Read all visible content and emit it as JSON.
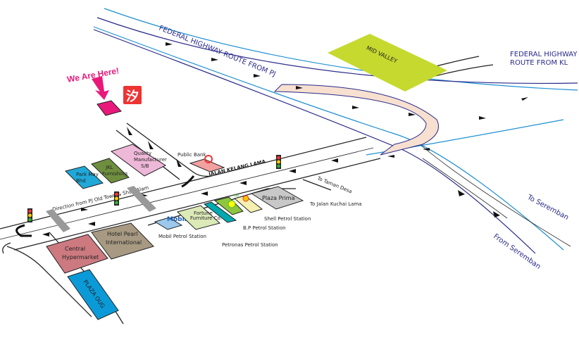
{
  "title_marker": "We Are Here!",
  "highways": {
    "from_pj": "FEDERAL HIGHWAY ROUTE FROM PJ",
    "from_kl_line1": "FEDERAL HIGHWAY",
    "from_kl_line2": "ROUTE FROM KL",
    "to_seremban": "To Seremban",
    "from_seremban": "From Seremban"
  },
  "roads": {
    "jalan_kelang_lama": "JALAN KELANG LAMA",
    "direction_pj": "Direction from PJ Old Town & Shah Alam",
    "to_taman_desa": "To Taman Desa",
    "to_jalan_kuchai_lama": "To Jalan Kuchai Lama"
  },
  "landmarks": {
    "mid_valley": "MID VALLEY",
    "public_bank": "Public Bank",
    "quality_line1": "Quality",
    "quality_line2": "Manufacturer",
    "quality_line3": "S/B",
    "jkl_line1": "JKL",
    "jkl_line2": "Furnishing",
    "parkmay_line1": "Park May",
    "parkmay_line2": "Bhd",
    "central_line1": "Central",
    "central_line2": "Hypermarket",
    "hotel_line1": "Hotel Pearl",
    "hotel_line2": "International",
    "plaza_oug": "PLAZA OUG",
    "fortune_line1": "Fortune",
    "fortune_line2": "Furniture Co.",
    "plaza_prima": "Plaza Prima",
    "mobil_logo": "Mobil",
    "bp_logo": "bp",
    "mobil_station": "Mobil Petrol Station",
    "petronas_station": "Petronas Petrol Station",
    "bp_station": "B.P Petrol Station",
    "shell_station": "Shell Petrol Station",
    "company_logo": "汐"
  },
  "colors": {
    "highway_blue": "#1e8fd0",
    "highway_navy": "#2a2a8a",
    "mid_valley": "#c6d92e",
    "marker": "#e8197a"
  }
}
